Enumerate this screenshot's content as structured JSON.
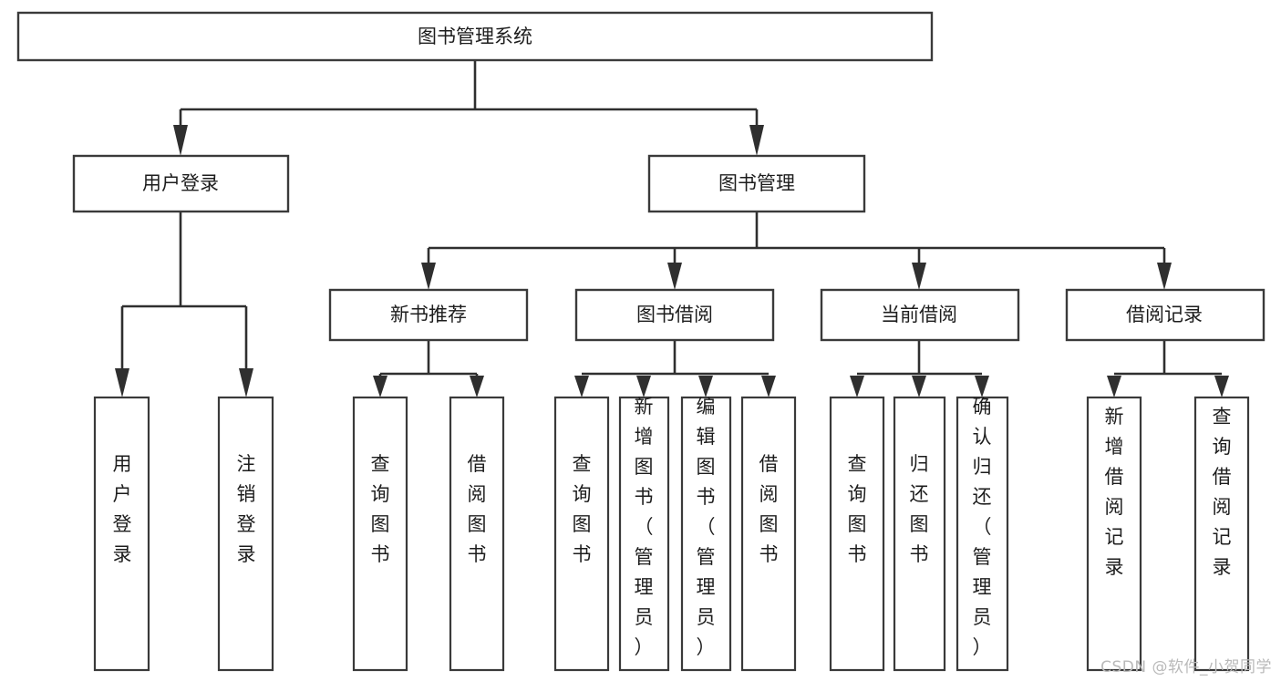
{
  "diagram": {
    "title": "图书管理系统",
    "type": "tree-hierarchy",
    "watermark": "CSDN @软件_小贺同学",
    "colors": {
      "background": "#ffffff",
      "box_stroke": "#3a3a3a",
      "connector": "#2f2f2f",
      "text": "#1d1d1d",
      "watermark": "#b9b9b9"
    },
    "root": {
      "label": "图书管理系统"
    },
    "level2": [
      {
        "id": "user-login",
        "label": "用户登录"
      },
      {
        "id": "book-manage",
        "label": "图书管理"
      }
    ],
    "level3": [
      {
        "id": "new-book-recommend",
        "label": "新书推荐",
        "parent": "book-manage"
      },
      {
        "id": "book-borrow",
        "label": "图书借阅",
        "parent": "book-manage"
      },
      {
        "id": "current-borrow",
        "label": "当前借阅",
        "parent": "book-manage"
      },
      {
        "id": "borrow-record",
        "label": "借阅记录",
        "parent": "book-manage"
      }
    ],
    "leaves": {
      "user-login": [
        {
          "id": "leaf-user-login",
          "label": "用户登录"
        },
        {
          "id": "leaf-logout-login",
          "label": "注销登录"
        }
      ],
      "new-book-recommend": [
        {
          "id": "leaf-query-book-1",
          "label": "查询图书"
        },
        {
          "id": "leaf-borrow-book-1",
          "label": "借阅图书"
        }
      ],
      "book-borrow": [
        {
          "id": "leaf-query-book-2",
          "label": "查询图书"
        },
        {
          "id": "leaf-add-book",
          "label": "新增图书（管理员）"
        },
        {
          "id": "leaf-edit-book",
          "label": "编辑图书（管理员）"
        },
        {
          "id": "leaf-borrow-book-2",
          "label": "借阅图书"
        }
      ],
      "current-borrow": [
        {
          "id": "leaf-query-book-3",
          "label": "查询图书"
        },
        {
          "id": "leaf-return-book",
          "label": "归还图书"
        },
        {
          "id": "leaf-confirm-return",
          "label": "确认归还（管理员）"
        }
      ],
      "borrow-record": [
        {
          "id": "leaf-add-record",
          "label": "新增借阅记录"
        },
        {
          "id": "leaf-query-record",
          "label": "查询借阅记录"
        }
      ]
    }
  }
}
